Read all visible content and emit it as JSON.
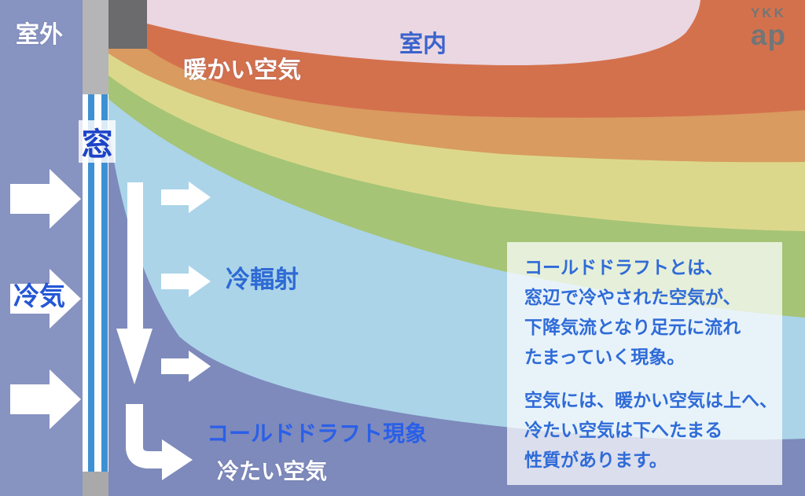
{
  "labels": {
    "outdoor": "室外",
    "indoor": "室内",
    "warm_air": "暖かい空気",
    "window": "窓",
    "cold_air_in": "冷気",
    "cold_radiation": "冷輻射",
    "cold_draft": "コールドドラフト現象",
    "cold_air_floor": "冷たい空気"
  },
  "logo": {
    "top": "YKK",
    "bottom": "ap"
  },
  "info_box": {
    "p1_lines": [
      "コールドドラフトとは、",
      "窓辺で冷やされた空気が、",
      "下降気流となり足元に流れ",
      "たまっていく現象。"
    ],
    "p2_lines": [
      "空気には、暖かい空気は上へ、",
      "冷たい空気は下へたまる",
      "性質があります。"
    ]
  },
  "temperature_bands": [
    {
      "name": "warm-pink",
      "color": "#ead7e2"
    },
    {
      "name": "hot-red-orange",
      "color": "#d4714d"
    },
    {
      "name": "orange",
      "color": "#d99b5f"
    },
    {
      "name": "yellow",
      "color": "#dcd88b"
    },
    {
      "name": "green",
      "color": "#a5c476"
    },
    {
      "name": "cool-light-blue",
      "color": "#abd4e9"
    },
    {
      "name": "cold-blue-gray",
      "color": "#7e8abb"
    }
  ],
  "colors": {
    "outdoor_bg": "#8793c1",
    "wall": "#b5b5b7",
    "wall_corner": "#6b6b6d",
    "window_glass_blue": "#3d90d3",
    "window_frame_white": "#fdfdfe",
    "sill": "#a9a9ab",
    "arrow_white": "#ffffff",
    "label_blue": "#2a5fd8",
    "info_text_blue": "#2f6bd8",
    "logo_gray": "#737577"
  }
}
